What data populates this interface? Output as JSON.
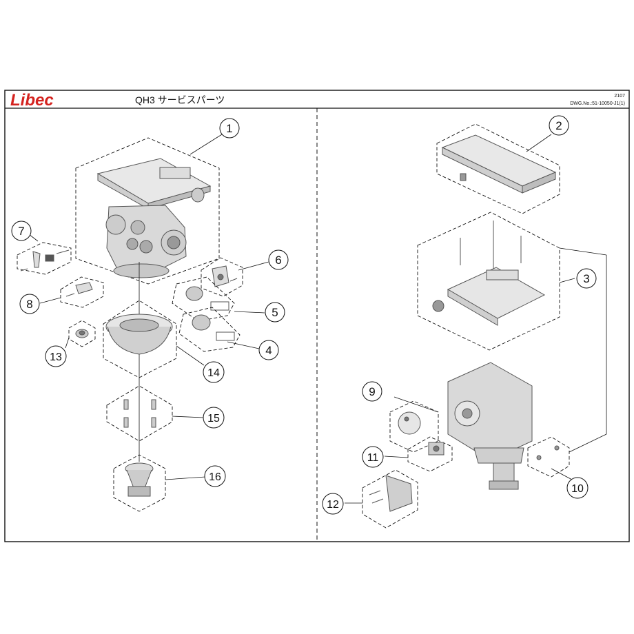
{
  "header": {
    "logo": "Libec",
    "title": "QH3  サービスパーツ",
    "code": "2107",
    "drawing_no": "DWG.No.:51-10050-J1(1)"
  },
  "callouts": [
    "1",
    "2",
    "3",
    "4",
    "5",
    "6",
    "7",
    "8",
    "9",
    "10",
    "11",
    "12",
    "13",
    "14",
    "15",
    "16"
  ],
  "colors": {
    "logo": "#d4231f",
    "line": "#111111",
    "part": "#777777"
  }
}
